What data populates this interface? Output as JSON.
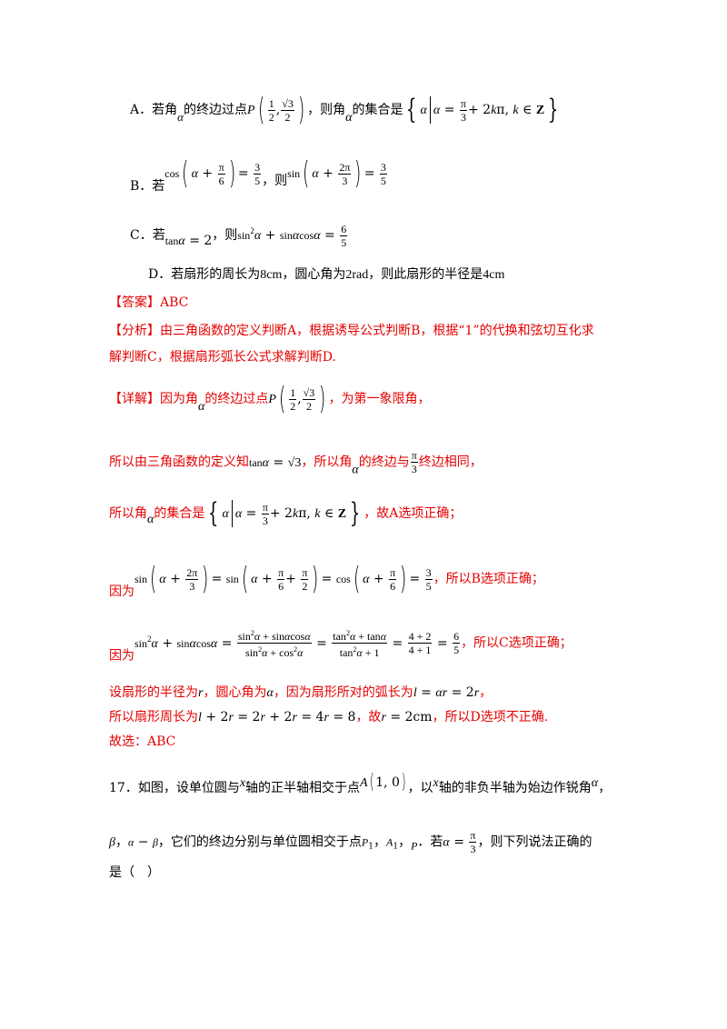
{
  "options": {
    "a": {
      "label": "A．若角",
      "t1": "的终边过点",
      "t2": "，则角",
      "t3": "的集合是"
    },
    "b": {
      "label": "B．若",
      "t1": "，则"
    },
    "c": {
      "label": "C．若",
      "t1": "，则"
    },
    "d": {
      "label": "D．若扇形的周长为",
      "v1": "8cm",
      "t1": "，圆心角为",
      "v2": "2rad",
      "t2": "，则此扇形的半径是",
      "v3": "4cm"
    }
  },
  "answer": {
    "tag": "【答案】",
    "text": "ABC"
  },
  "analysis": {
    "tag": "【分析】",
    "line1": "由三角函数的定义判断A，根据诱导公式判断B，根据“1”的代换和弦切互化求",
    "line2": "解判断C，根据扇形弧长公式求解判断D."
  },
  "detail": {
    "tag": "【详解】",
    "l1a": "因为角",
    "l1b": "的终边过点",
    "l1c": "，为第一象限角，",
    "l2a": "所以由三角函数的定义知",
    "l2b": "，所以角",
    "l2c": "的终边与",
    "l2d": "终边相同，",
    "l3a": "所以角",
    "l3b": "的集合是",
    "l3c": "，故A选项正确；",
    "l4a": "因为",
    "l4b": "，所以B选项正确；",
    "l5a": "因为",
    "l5b": "，所以C选项正确；",
    "l6a": "设扇形的半径为",
    "l6b": "，圆心角为",
    "l6c": "，因为扇形所对的弧长为",
    "l7a": "所以扇形周长为",
    "l7b": "，故",
    "l7c": "，所以D选项不正确.",
    "l8": "故选：ABC"
  },
  "q17": {
    "l1a": "17．如图，设单位圆与",
    "l1b": "轴的正半轴相交于点",
    "l1c": "，以",
    "l1d": "轴的非负半轴为始边作锐角",
    "l2a": "，它们的终边分别与单位圆相交于点",
    "l2b": "．若",
    "l2c": "，则下列说法正确的",
    "l3": "是（　）"
  }
}
